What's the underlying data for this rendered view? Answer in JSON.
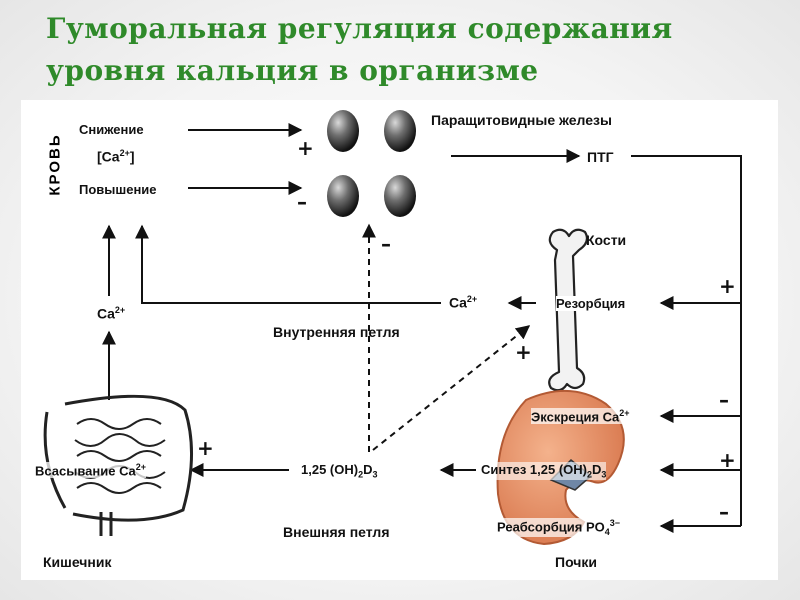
{
  "title": "Гуморальная регуляция содержания уровня кальция в организме",
  "diagram": {
    "blood": "КРОВЬ",
    "decrease": "Снижение",
    "ca_box": "[Ca",
    "ca_box_sup": "2+",
    "ca_box_end": "]",
    "increase": "Повышение",
    "parathyroid": "Паращитовидные железы",
    "pth": "ПТГ",
    "bones": "Кости",
    "ca_left": "Ca",
    "ca_left_sup": "2+",
    "ca_mid": "Ca",
    "ca_mid_sup": "2+",
    "resorption": "Резорбция",
    "inner_loop": "Внутренняя петля",
    "ca_excretion": "Экскреция Ca",
    "ca_excretion_sup": "2+",
    "absorption": "Всасывание Ca",
    "absorption_sup": "2+",
    "calcitriol": "1,25 (OH)",
    "calcitriol_sub1": "2",
    "calcitriol_d": "D",
    "calcitriol_sub2": "3",
    "synthesis": "Синтез 1,25 (OH)",
    "synthesis_sub1": "2",
    "synthesis_d": "D",
    "synthesis_sub2": "3",
    "reabsorption": "Реабсорбция PO",
    "reabsorption_sub": "4",
    "reabsorption_sup": "3−",
    "outer_loop": "Внешняя петля",
    "intestine": "Кишечник",
    "kidneys": "Почки",
    "plus": "+",
    "minus": "–"
  }
}
